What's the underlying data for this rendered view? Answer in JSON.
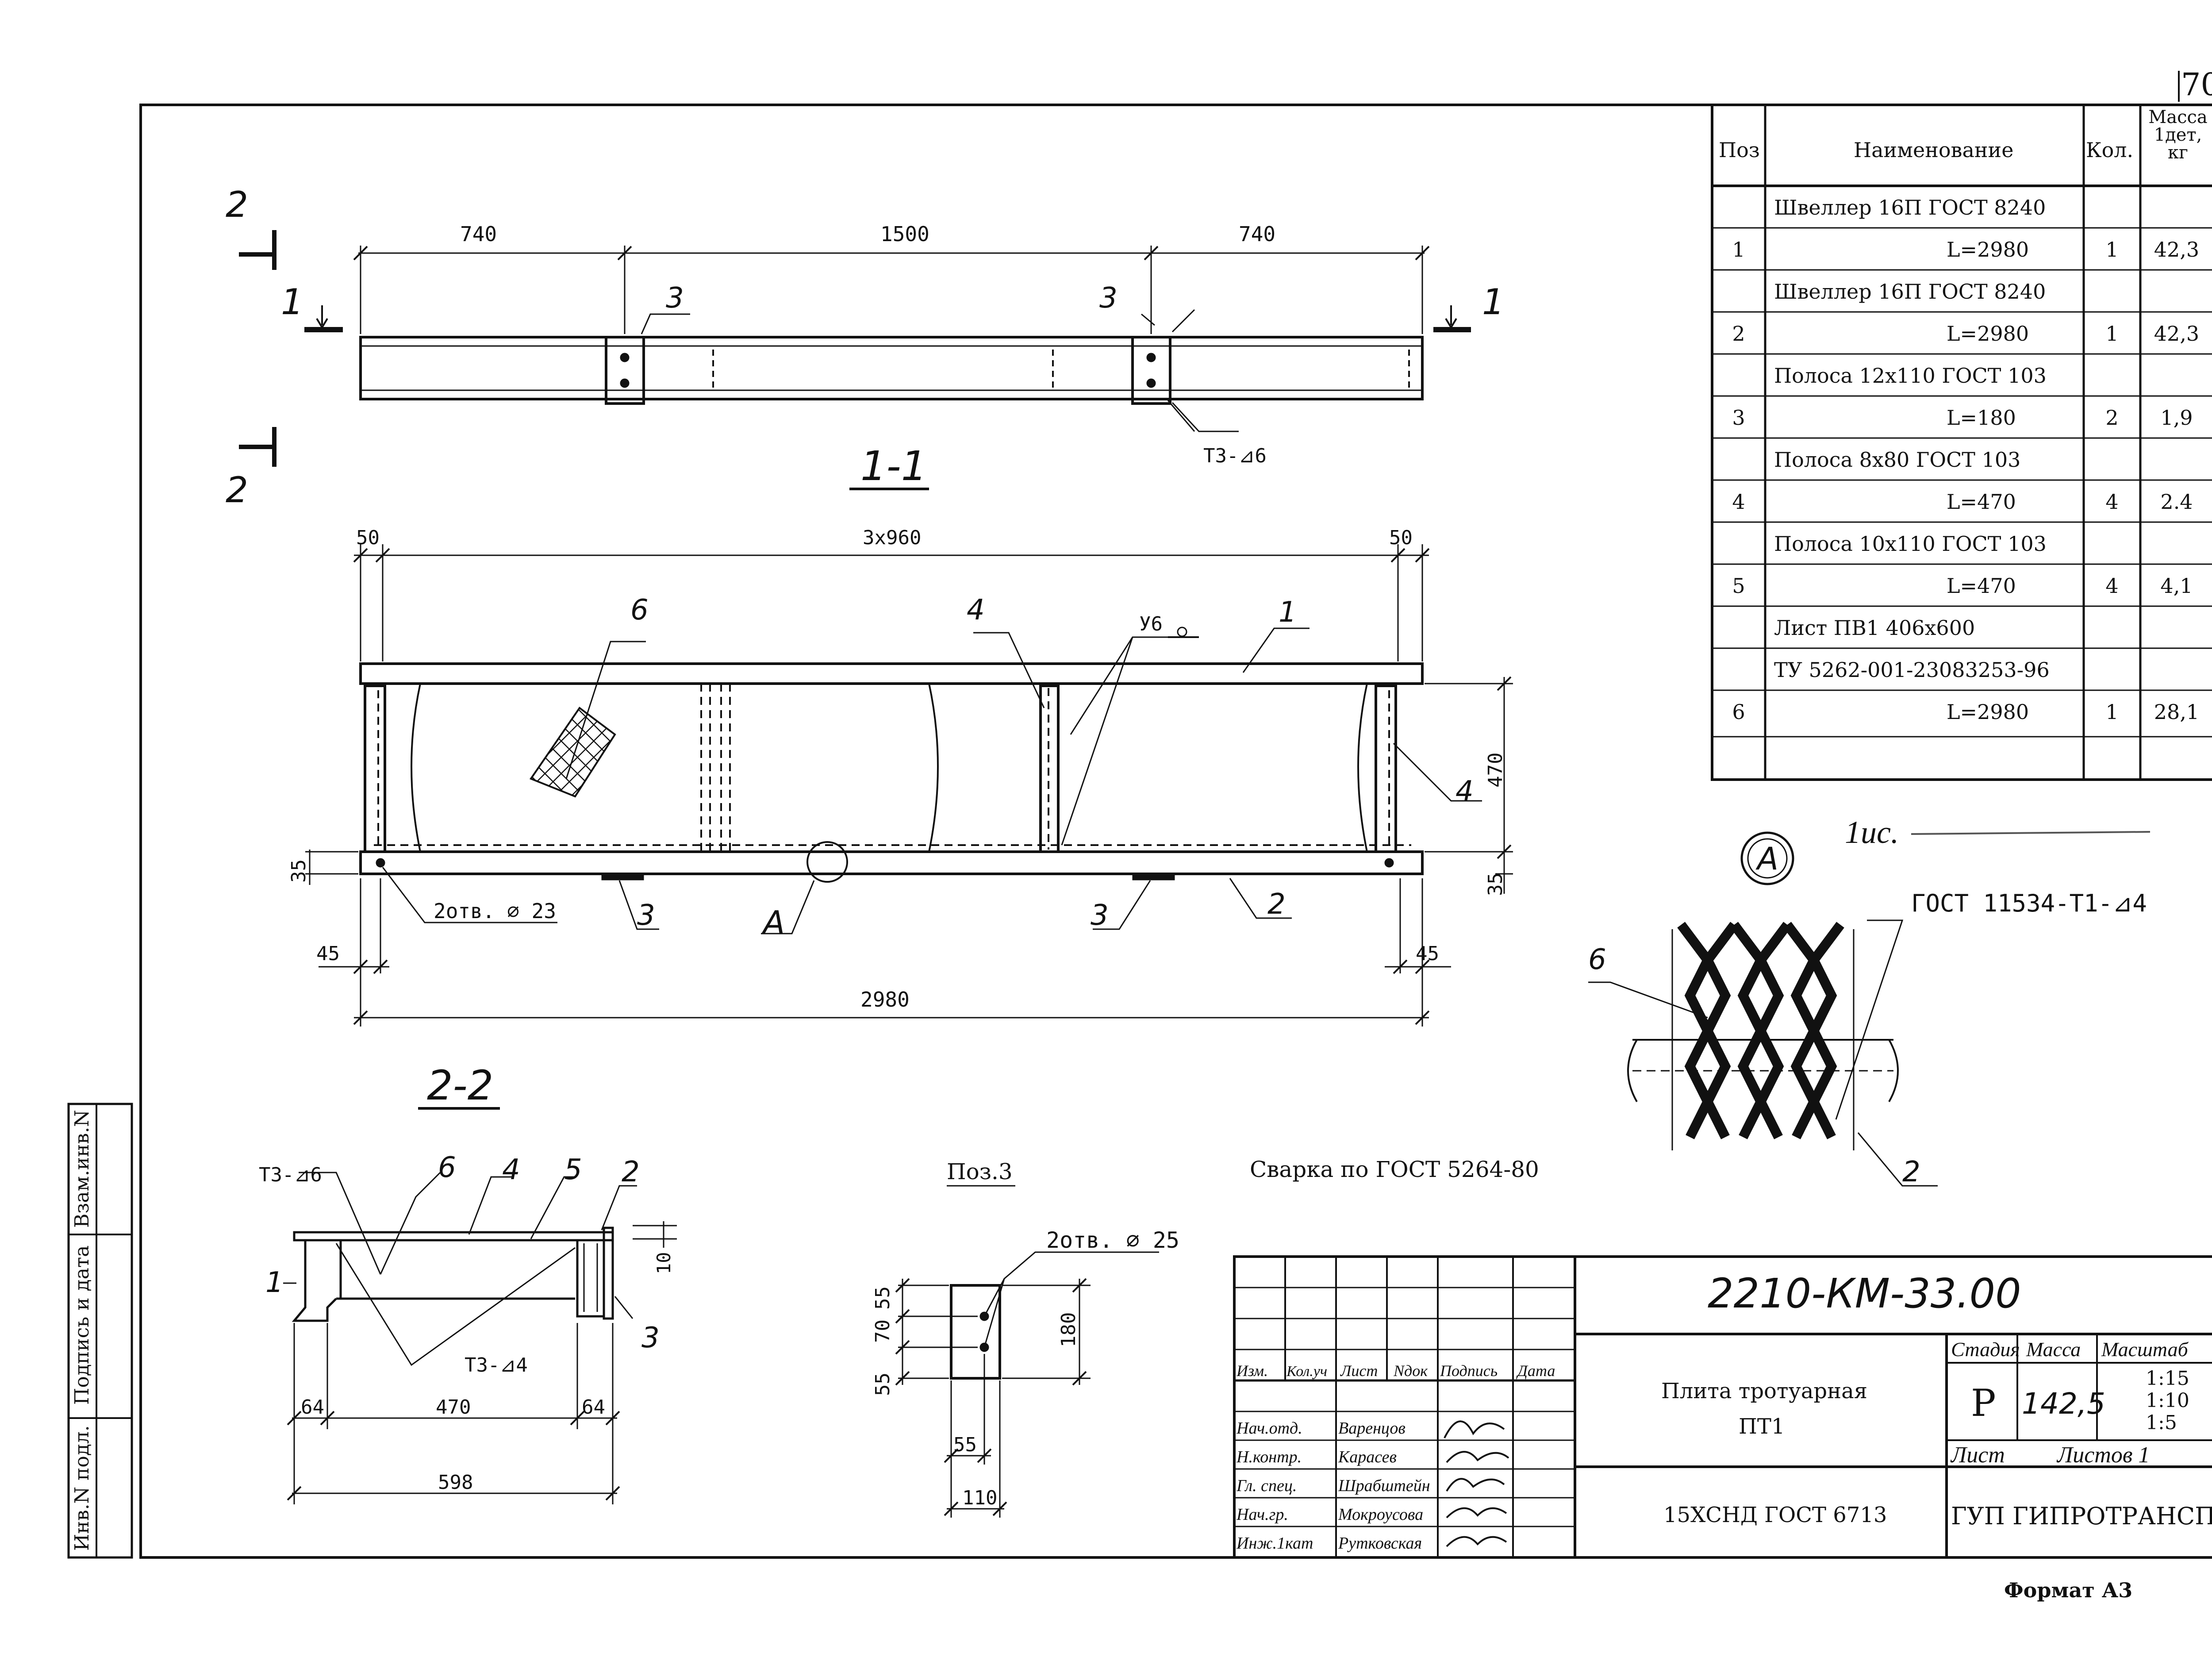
{
  "sheet_number": "70",
  "plan": {
    "dims": [
      "740",
      "1500",
      "740"
    ],
    "section_mark_1": "1",
    "section_mark_2": "2",
    "callout_3": "3",
    "weld": "Т3-⊿6"
  },
  "section_1_1": {
    "title": "1-1",
    "dim_top_left": "50",
    "dim_top_mid": "3х960",
    "dim_top_right": "50",
    "dim_left_35": "35",
    "dim_right_35": "35",
    "dim_right_470": "470",
    "dim_bottom_left": "45",
    "dim_bottom_right": "45",
    "dim_total": "2980",
    "callout_1": "1",
    "callout_2": "2",
    "callout_3": "3",
    "callout_4": "4",
    "callout_6": "6",
    "weld_mark": "У6",
    "holes": "2отв. ∅ 23",
    "node_label": "А"
  },
  "section_2_2": {
    "title": "2-2",
    "weld_top": "Т3-⊿6",
    "weld_bottom": "Т3-⊿4",
    "callouts": [
      "1",
      "2",
      "3",
      "4",
      "5",
      "6"
    ],
    "dim_10": "10",
    "dim_64_left": "64",
    "dim_470": "470",
    "dim_64_right": "64",
    "dim_598": "598"
  },
  "pos3": {
    "title": "Поз.3",
    "holes": "2отв. ∅ 25",
    "dim_55_top": "55",
    "dim_70": "70",
    "dim_55_bottom": "55",
    "dim_180": "180",
    "dim_55_horiz": "55",
    "dim_110": "110"
  },
  "welding_note": "Сварка по ГОСТ 5264-80",
  "node_a": {
    "label": "А",
    "standard": "ГОСТ 11534-Т1-⊿4",
    "callout_6": "6",
    "callout_2": "2",
    "handwritten": "1ис."
  },
  "spec_table": {
    "headers": [
      "Поз",
      "Наименование",
      "Кол.",
      "Масса 1дет, кг"
    ],
    "rows": [
      {
        "pos": "",
        "name": "Швеллер 16П   ГОСТ 8240",
        "qty": "",
        "mass": ""
      },
      {
        "pos": "1",
        "name": "L=2980",
        "qty": "1",
        "mass": "42,3"
      },
      {
        "pos": "",
        "name": "Швеллер 16П   ГОСТ 8240",
        "qty": "",
        "mass": ""
      },
      {
        "pos": "2",
        "name": "L=2980",
        "qty": "1",
        "mass": "42,3"
      },
      {
        "pos": "",
        "name": "Полоса 12х110 ГОСТ 103",
        "qty": "",
        "mass": ""
      },
      {
        "pos": "3",
        "name": "L=180",
        "qty": "2",
        "mass": "1,9"
      },
      {
        "pos": "",
        "name": "Полоса   8х80  ГОСТ 103",
        "qty": "",
        "mass": ""
      },
      {
        "pos": "4",
        "name": "L=470",
        "qty": "4",
        "mass": "2.4"
      },
      {
        "pos": "",
        "name": "Полоса 10х110 ГОСТ 103",
        "qty": "",
        "mass": ""
      },
      {
        "pos": "5",
        "name": "L=470",
        "qty": "4",
        "mass": "4,1"
      },
      {
        "pos": "",
        "name": "Лист ПВ1 406х600",
        "qty": "",
        "mass": ""
      },
      {
        "pos": "",
        "name": "ТУ 5262-001-23083253-96",
        "qty": "",
        "mass": ""
      },
      {
        "pos": "6",
        "name": "L=2980",
        "qty": "1",
        "mass": "28,1"
      },
      {
        "pos": "",
        "name": "",
        "qty": "",
        "mass": ""
      }
    ]
  },
  "left_stamp": [
    "Инв.N подл.",
    "Подпись и дата",
    "Взам.инв.N"
  ],
  "title_block": {
    "code": "2210-КМ-33.00",
    "header_cols": [
      "Изм.",
      "Кол.уч",
      "Лист",
      "Nдок",
      "Подпись",
      "Дата"
    ],
    "people": [
      {
        "role": "Нач.отд.",
        "name": "Варенцов"
      },
      {
        "role": "Н.контр.",
        "name": "Карасев"
      },
      {
        "role": "Гл. спец.",
        "name": "Шрабштейн"
      },
      {
        "role": "Нач.гр.",
        "name": "Мокроусова"
      },
      {
        "role": "Инж.1кат",
        "name": "Рутковская"
      }
    ],
    "title_line1": "Плита тротуарная",
    "title_line2": "ПТ1",
    "material": "15ХСНД ГОСТ 6713",
    "stage_label": "Стадия",
    "mass_label": "Масса",
    "scale_label": "Масштаб",
    "stage": "Р",
    "mass": "142,5",
    "scales": [
      "1:15",
      "1:10",
      "1:5"
    ],
    "sheet_label": "Лист",
    "sheets_label": "Листов 1",
    "organization": "ГУП ГИПРОТРАНСПУТЬ"
  },
  "format": "Формат А3"
}
